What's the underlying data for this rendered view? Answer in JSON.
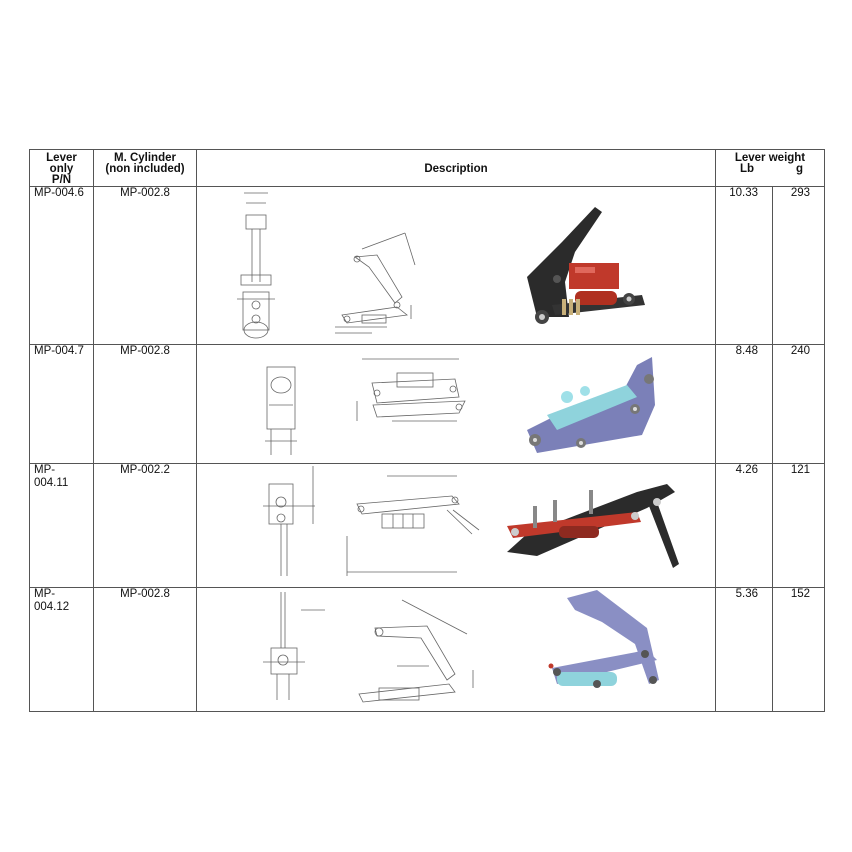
{
  "headers": {
    "lever_pn": [
      "Lever only",
      "P/N"
    ],
    "cylinder": [
      "M. Cylinder",
      "(non included)"
    ],
    "description": "Description",
    "weight": "Lever weight",
    "lb": "Lb",
    "g": "g"
  },
  "rows": [
    {
      "pn": "MP-004.6",
      "cylinder": "MP-002.8",
      "lb": "10.33",
      "g": "293",
      "render_color": "red-black"
    },
    {
      "pn": "MP-004.7",
      "cylinder": "MP-002.8",
      "lb": "8.48",
      "g": "240",
      "render_color": "cyan-purple"
    },
    {
      "pn": "MP-004.11",
      "cylinder": "MP-002.2",
      "lb": "4.26",
      "g": "121",
      "render_color": "black-red"
    },
    {
      "pn": "MP-004.12",
      "cylinder": "MP-002.8",
      "lb": "5.36",
      "g": "152",
      "render_color": "purple-cyan"
    }
  ],
  "colors": {
    "border": "#555555",
    "red": "#c0392b",
    "black": "#2b2b2b",
    "cyan": "#8fd3dc",
    "purple": "#8a8fc4"
  }
}
